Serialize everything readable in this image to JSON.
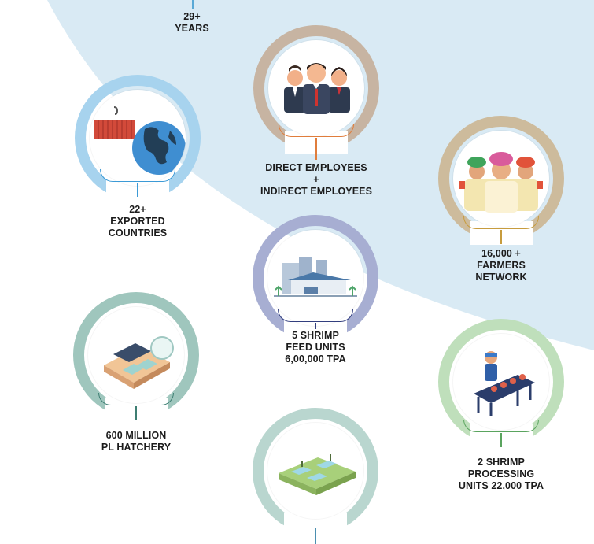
{
  "colors": {
    "background_arc": "#d9eaf4",
    "exported_ring": "#a7d3ee",
    "employees_ring": "#c7b4a2",
    "farmers_ring": "#cdbb9c",
    "feed_ring": "#a7aed2",
    "hatchery_ring": "#9fc6bd",
    "processing_ring": "#bfdfbb",
    "farms_ring": "#b9d6cf"
  },
  "years": {
    "line1": "29+",
    "line2": "YEARS"
  },
  "exported": {
    "icon": "container-globe-icon",
    "line1": "22+",
    "line2": "EXPORTED",
    "line3": "COUNTRIES"
  },
  "employees": {
    "icon": "business-people-icon",
    "line1": "DIRECT EMPLOYEES",
    "line2": "+",
    "line3": "INDIRECT EMPLOYEES"
  },
  "farmers": {
    "icon": "farmers-icon",
    "line1": "16,000 +",
    "line2": "FARMERS",
    "line3": "NETWORK"
  },
  "feed": {
    "icon": "feed-factory-icon",
    "line1": "5 SHRIMP",
    "line2": "FEED UNITS",
    "line3": "6,00,000 TPA"
  },
  "hatchery": {
    "icon": "hatchery-icon",
    "line1": "600 MILLION",
    "line2": "PL HATCHERY"
  },
  "processing": {
    "icon": "conveyor-worker-icon",
    "line1": "2 SHRIMP",
    "line2": "PROCESSING",
    "line3": "UNITS 22,000 TPA"
  },
  "farms": {
    "icon": "shrimp-farms-icon"
  }
}
